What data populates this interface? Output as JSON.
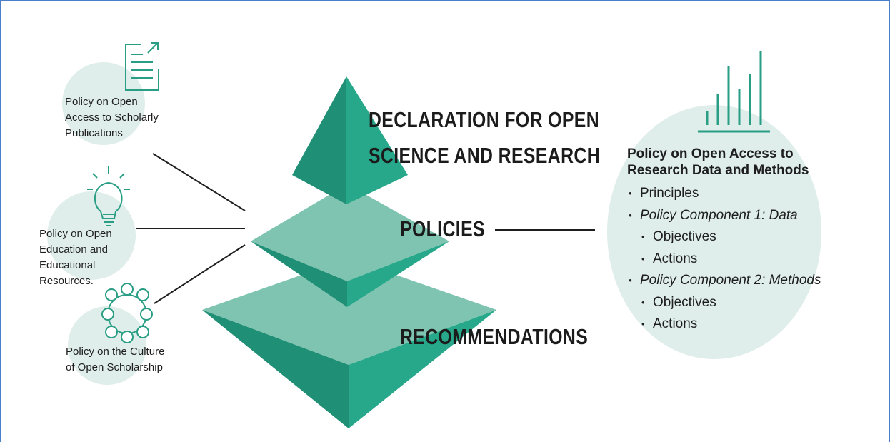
{
  "colors": {
    "pyramid_dark": "#27a88a",
    "pyramid_mid": "#1f8f75",
    "pyramid_band": "#7ec4b1",
    "circle_fill": "#dfeeea",
    "icon_stroke": "#2a9e84",
    "line": "#1e1e1e",
    "frame": "#4a7fc9"
  },
  "left_policies": [
    {
      "icon": "document-icon",
      "text": [
        "Policy on Open",
        "Access to Scholarly",
        "Publications"
      ]
    },
    {
      "icon": "lightbulb-icon",
      "text": [
        "Policy on Open",
        "Education and",
        "Educational",
        "Resources."
      ]
    },
    {
      "icon": "network-ring-icon",
      "text": [
        "Policy on the Culture",
        "of Open Scholarship"
      ]
    }
  ],
  "pyramid": {
    "tier_top": [
      "DECLARATION FOR OPEN",
      "SCIENCE AND RESEARCH"
    ],
    "tier_middle": "POLICIES",
    "tier_bottom": "RECOMMENDATIONS"
  },
  "right": {
    "icon": "bar-chart-icon",
    "title": [
      "Policy on Open Access to",
      "Research Data and Methods"
    ],
    "items": [
      {
        "text": "Principles",
        "level": 1,
        "italic": false
      },
      {
        "text": "Policy Component 1: Data",
        "level": 1,
        "italic": true
      },
      {
        "text": "Objectives",
        "level": 2,
        "italic": false
      },
      {
        "text": "Actions",
        "level": 2,
        "italic": false
      },
      {
        "text": "Policy Component 2: Methods",
        "level": 1,
        "italic": true
      },
      {
        "text": "Objectives",
        "level": 2,
        "italic": false
      },
      {
        "text": "Actions",
        "level": 2,
        "italic": false
      }
    ]
  }
}
